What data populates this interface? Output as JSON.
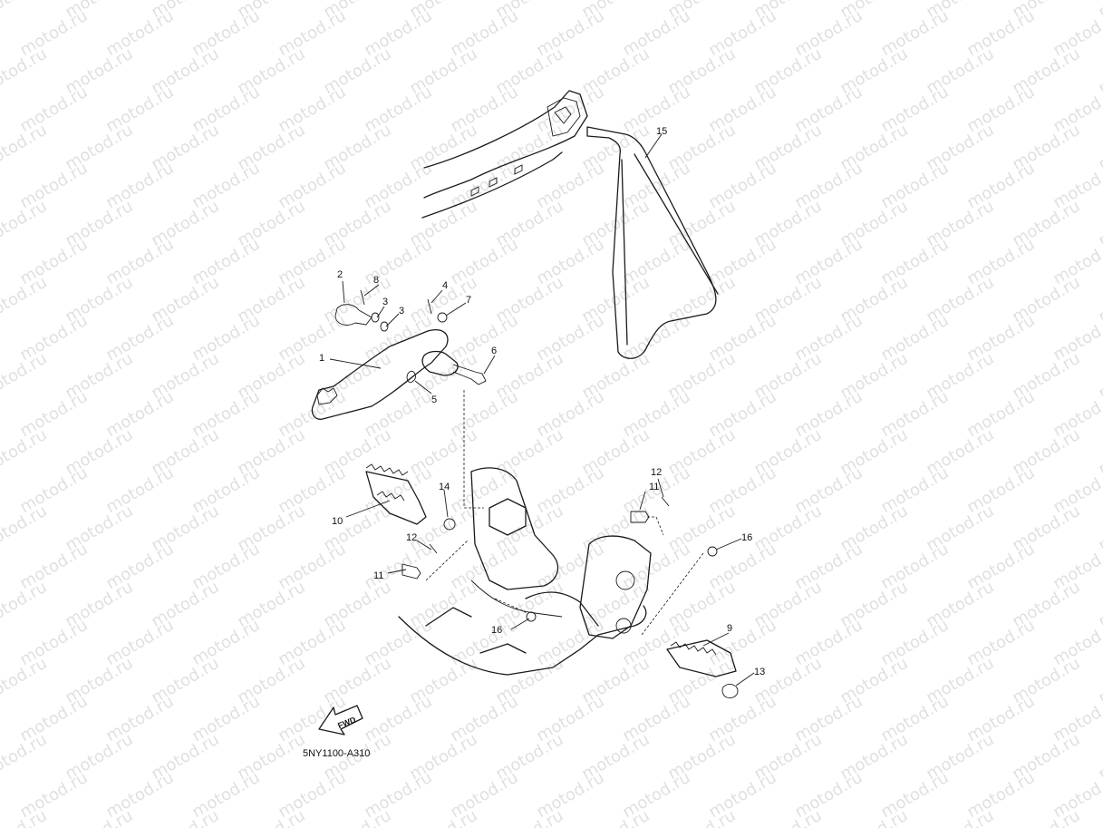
{
  "watermark": "motod.ru",
  "diagram_code": "5NY1100-A310",
  "fwd_label": "FWD",
  "callouts": [
    {
      "id": "c1",
      "label": "1"
    },
    {
      "id": "c2",
      "label": "2"
    },
    {
      "id": "c3a",
      "label": "3"
    },
    {
      "id": "c3b",
      "label": "3"
    },
    {
      "id": "c4",
      "label": "4"
    },
    {
      "id": "c5",
      "label": "5"
    },
    {
      "id": "c6",
      "label": "6"
    },
    {
      "id": "c7",
      "label": "7"
    },
    {
      "id": "c8",
      "label": "8"
    },
    {
      "id": "c9",
      "label": "9"
    },
    {
      "id": "c10",
      "label": "10"
    },
    {
      "id": "c11a",
      "label": "11"
    },
    {
      "id": "c11b",
      "label": "11"
    },
    {
      "id": "c12a",
      "label": "12"
    },
    {
      "id": "c12b",
      "label": "12"
    },
    {
      "id": "c13",
      "label": "13"
    },
    {
      "id": "c14",
      "label": "14"
    },
    {
      "id": "c15",
      "label": "15"
    },
    {
      "id": "c16a",
      "label": "16"
    },
    {
      "id": "c16b",
      "label": "16"
    }
  ]
}
